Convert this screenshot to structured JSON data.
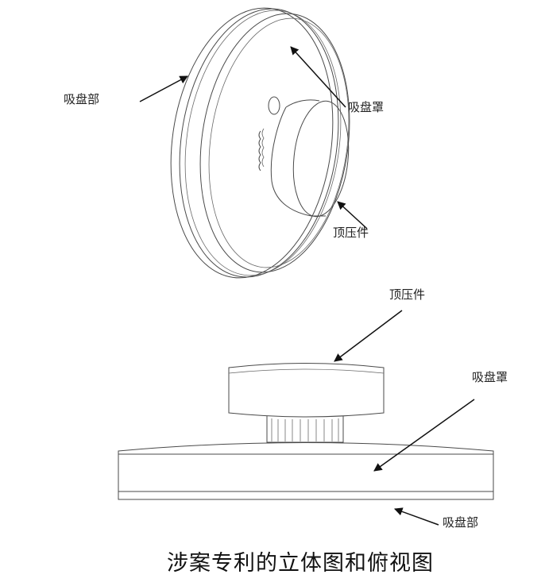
{
  "labels": {
    "top_suction_part": "吸盘部",
    "top_suction_cover": "吸盘罩",
    "top_press_piece": "顶压件",
    "bottom_press_piece": "顶压件",
    "bottom_suction_cover": "吸盘罩",
    "bottom_suction_part": "吸盘部"
  },
  "caption": "涉案专利的立体图和俯视图"
}
